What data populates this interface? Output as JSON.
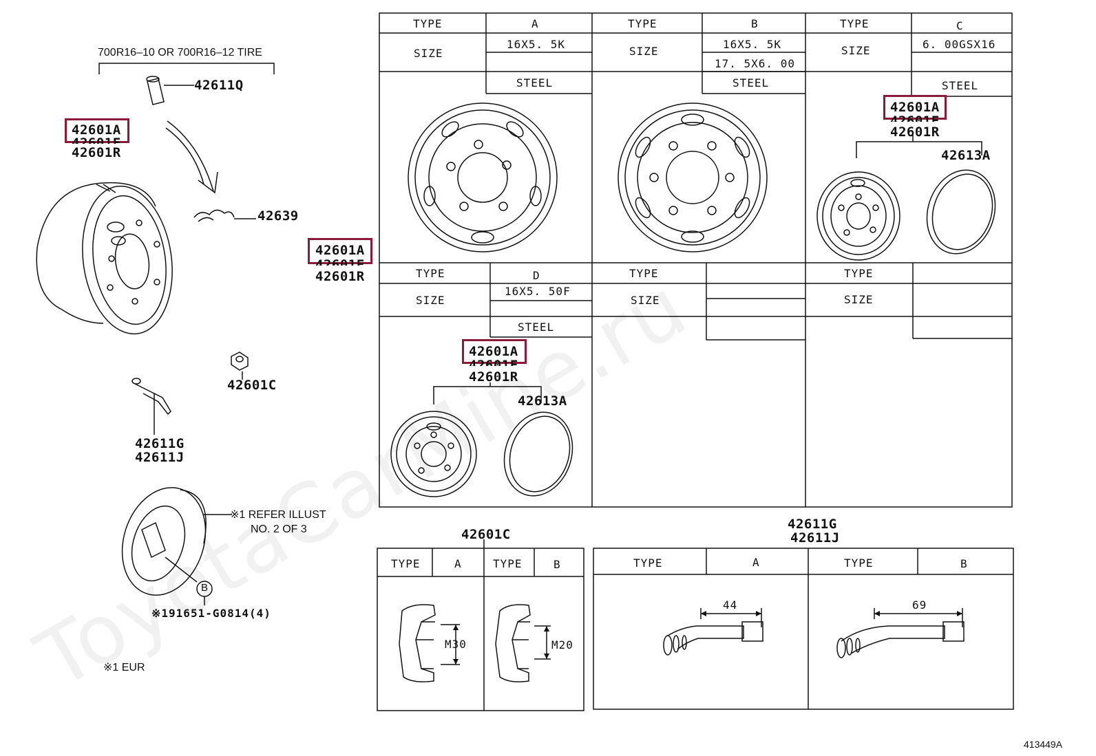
{
  "watermark": "ToyotaCarMine.ru",
  "diagram_id": "413449A",
  "left": {
    "tire_note": "700R16–10 OR 700R16–12 TIRE",
    "pn_42611Q": "42611Q",
    "pn_42639": "42639",
    "wheel_pns": [
      "42601A",
      "42601F",
      "42601R"
    ],
    "pn_42601C": "42601C",
    "valve_pns": [
      "42611G",
      "42611J"
    ],
    "refer_note_1": "※1 REFER ILLUST",
    "refer_note_2": "NO. 2 OF 3",
    "callout_b": "B",
    "bolt_note": "※191651-G0814(4)",
    "eur_note": "※1 EUR"
  },
  "middle_pns": [
    "42601A",
    "42601F",
    "42601R"
  ],
  "wheel_table": {
    "type_label": "TYPE",
    "size_label": "SIZE",
    "A": {
      "type": "A",
      "sizes": [
        "16X5. 5K",
        ""
      ],
      "material": "STEEL",
      "pns": []
    },
    "B": {
      "type": "B",
      "sizes": [
        "16X5. 5K",
        "17. 5X6. 00"
      ],
      "material": "STEEL",
      "pns": []
    },
    "C": {
      "type": "C",
      "sizes": [
        "6. 00GSX16",
        ""
      ],
      "material": "STEEL",
      "pns": [
        "42601A",
        "42601F",
        "42601R"
      ],
      "ring": "42613A"
    },
    "D": {
      "type": "D",
      "sizes": [
        "16X5. 50F",
        ""
      ],
      "material": "STEEL",
      "pns": [
        "42601A",
        "42601F",
        "42601R"
      ],
      "ring": "42613A"
    }
  },
  "nut_table": {
    "title": "42601C",
    "headers": [
      "TYPE",
      "A",
      "TYPE",
      "B"
    ],
    "dims": [
      "M30",
      "M20"
    ]
  },
  "valve_table": {
    "titles": [
      "42611G",
      "42611J"
    ],
    "headers": [
      "TYPE",
      "A",
      "TYPE",
      "B"
    ],
    "dims": [
      "44",
      "69"
    ]
  }
}
